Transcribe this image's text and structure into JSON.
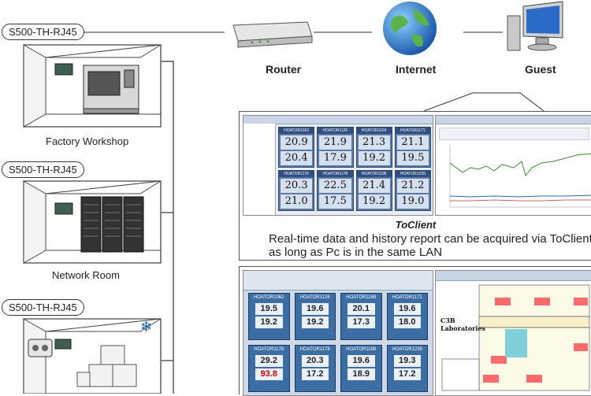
{
  "device_label": "S500-TH-RJ45",
  "rooms": [
    {
      "name": "Factory Workshop"
    },
    {
      "name": "Network Room"
    },
    {
      "name": ""
    }
  ],
  "network": {
    "router": "Router",
    "internet": "Internet",
    "guest": "Guest"
  },
  "toclient": {
    "title": "ToClient",
    "description_line1": "Real-time data and history report can be acquired via ToClient",
    "description_line2": "as long as Pc is in the same LAN"
  },
  "screen1": {
    "tiles": [
      {
        "header": "HOATOR1062",
        "temp": "20.9",
        "hum": "20.4"
      },
      {
        "header": "HOATOR1126",
        "temp": "21.9",
        "hum": "17.9"
      },
      {
        "header": "HOATOR1169",
        "temp": "21.3",
        "hum": "19.2"
      },
      {
        "header": "HOATOR1171",
        "temp": "21.1",
        "hum": "19.5"
      },
      {
        "header": "HOATOR1176",
        "temp": "20.3",
        "hum": "21.0"
      },
      {
        "header": "HOATOR1178",
        "temp": "22.5",
        "hum": "17.5"
      },
      {
        "header": "HOATOR1198",
        "temp": "21.4",
        "hum": "19.2"
      },
      {
        "header": "HOATOR1235",
        "temp": "21.2",
        "hum": "19.0"
      }
    ]
  },
  "screen2": {
    "tiles": [
      {
        "header": "HOATOR1062",
        "temp": "19.5",
        "hum": "19.2",
        "alarm": false
      },
      {
        "header": "HOATOR1126",
        "temp": "19.6",
        "hum": "19.2",
        "alarm": false
      },
      {
        "header": "HOATOR1169",
        "temp": "20.1",
        "hum": "17.3",
        "alarm": false
      },
      {
        "header": "HOATOR1171",
        "temp": "19.6",
        "hum": "18.0",
        "alarm": false
      },
      {
        "header": "HOATOR1176",
        "temp": "29.2",
        "hum": "93.8",
        "alarm": true
      },
      {
        "header": "HOATOR1178",
        "temp": "20.3",
        "hum": "17.2",
        "alarm": false
      },
      {
        "header": "HOATOR1198",
        "temp": "19.6",
        "hum": "18.9",
        "alarm": false
      },
      {
        "header": "HOATOR1235",
        "temp": "19.3",
        "hum": "17.2",
        "alarm": false
      }
    ],
    "floorplan_title": "C3B Laboratories"
  },
  "colors": {
    "accent": "#2f4f82",
    "alarm": "#d40000",
    "frame": "#555555"
  }
}
